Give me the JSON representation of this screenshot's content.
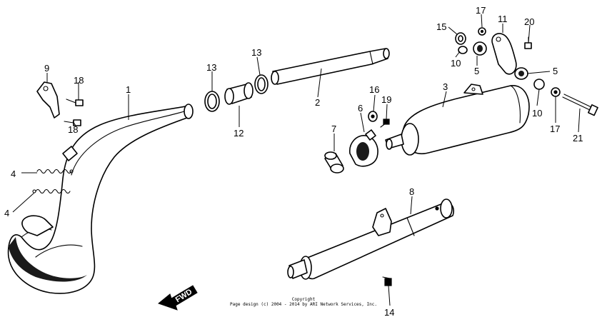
{
  "diagram": {
    "callouts": [
      {
        "id": "c1",
        "label": "1"
      },
      {
        "id": "c2",
        "label": "2"
      },
      {
        "id": "c3",
        "label": "3"
      },
      {
        "id": "c4a",
        "label": "4"
      },
      {
        "id": "c4b",
        "label": "4"
      },
      {
        "id": "c5a",
        "label": "5"
      },
      {
        "id": "c5b",
        "label": "5"
      },
      {
        "id": "c6",
        "label": "6"
      },
      {
        "id": "c7",
        "label": "7"
      },
      {
        "id": "c8",
        "label": "8"
      },
      {
        "id": "c9",
        "label": "9"
      },
      {
        "id": "c10a",
        "label": "10"
      },
      {
        "id": "c10b",
        "label": "10"
      },
      {
        "id": "c11",
        "label": "11"
      },
      {
        "id": "c12",
        "label": "12"
      },
      {
        "id": "c13a",
        "label": "13"
      },
      {
        "id": "c13b",
        "label": "13"
      },
      {
        "id": "c14",
        "label": "14"
      },
      {
        "id": "c15",
        "label": "15"
      },
      {
        "id": "c16",
        "label": "16"
      },
      {
        "id": "c17a",
        "label": "17"
      },
      {
        "id": "c17b",
        "label": "17"
      },
      {
        "id": "c18a",
        "label": "18"
      },
      {
        "id": "c18b",
        "label": "18"
      },
      {
        "id": "c19",
        "label": "19"
      },
      {
        "id": "c20",
        "label": "20"
      },
      {
        "id": "c21",
        "label": "21"
      }
    ],
    "fwd_label": "FWD",
    "copyright_line1": "Copyright",
    "copyright_line2": "Page design (c) 2004 - 2014 by ARI Network Services, Inc."
  }
}
